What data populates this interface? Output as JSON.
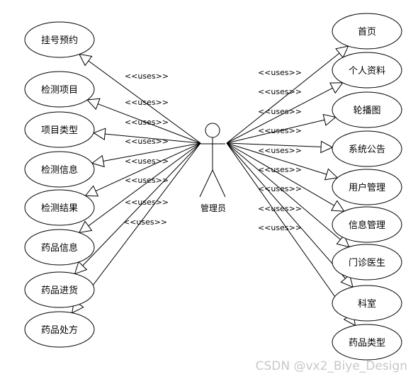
{
  "actor": {
    "label": "管理员"
  },
  "relation_label": "<<uses>>",
  "left_use_cases": [
    "挂号预约",
    "检测项目",
    "项目类型",
    "检测信息",
    "检测结果",
    "药品信息",
    "药品进货",
    "药品处方"
  ],
  "right_use_cases": [
    "首页",
    "个人资料",
    "轮播图",
    "系统公告",
    "用户管理",
    "信息管理",
    "门诊医生",
    "科室",
    "药品类型"
  ],
  "watermark": "CSDN @vx2_Biye_Design"
}
